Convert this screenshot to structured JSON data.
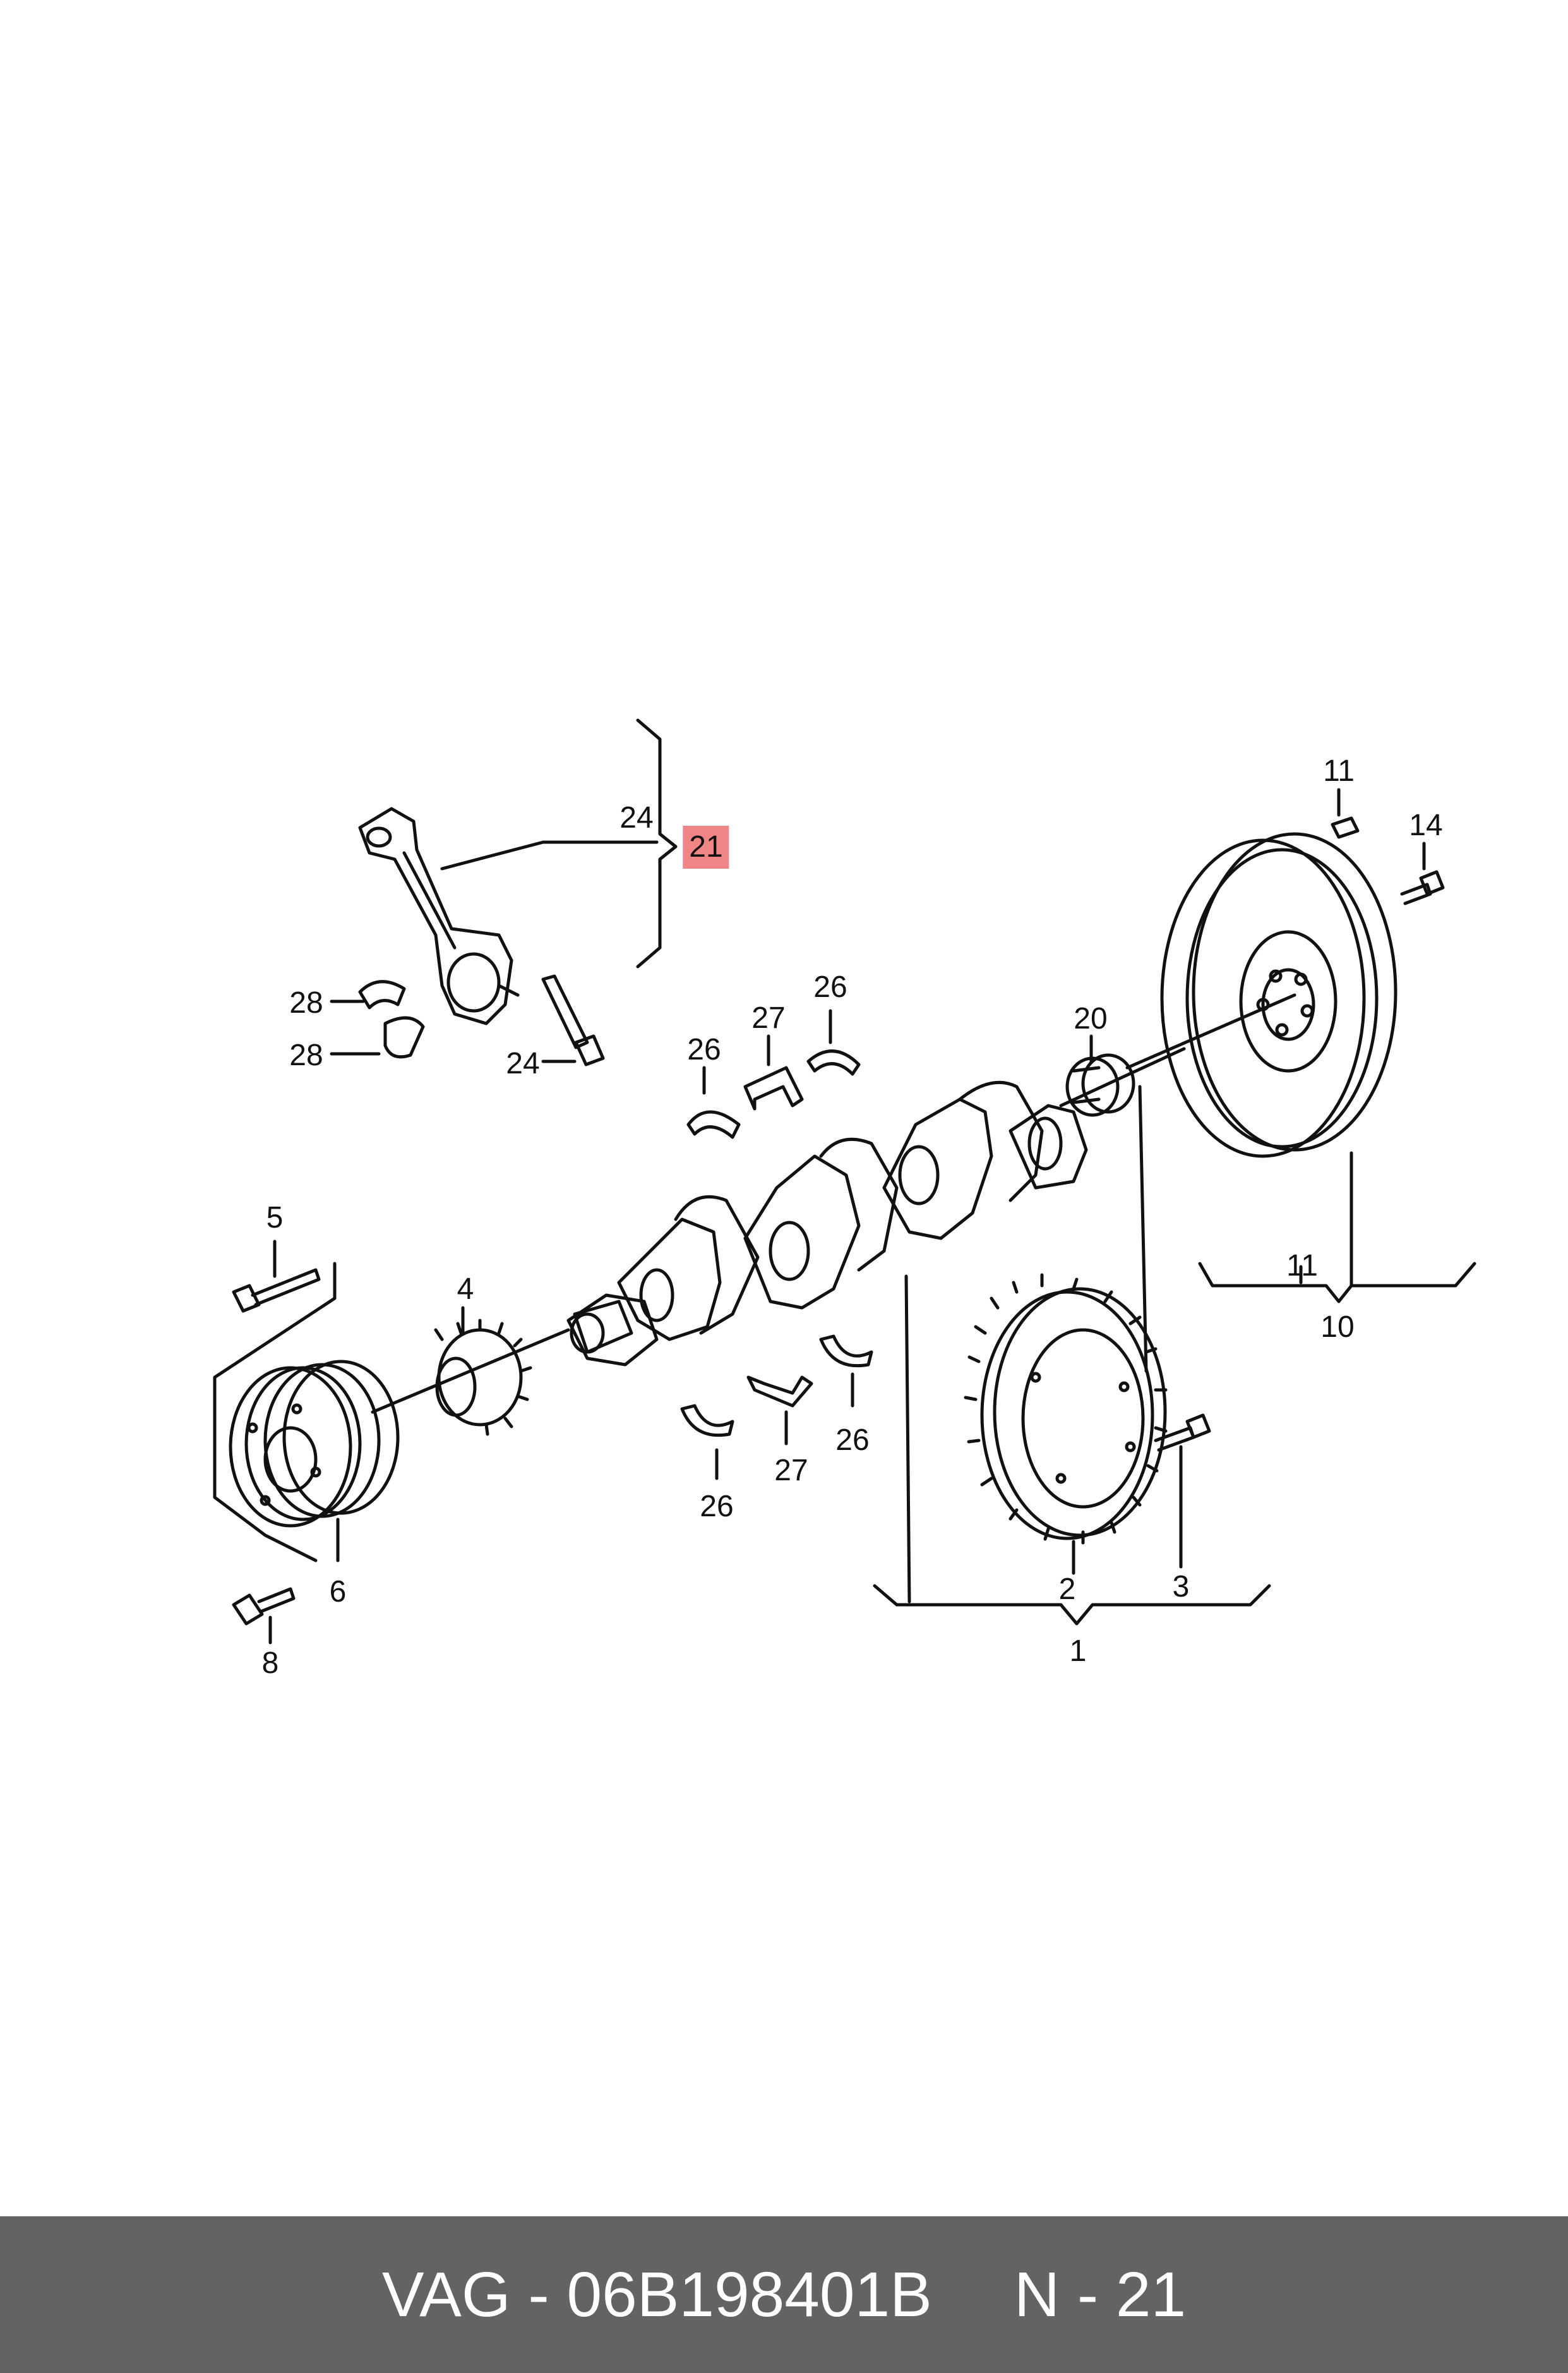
{
  "callouts": {
    "c21": "21",
    "c24_top": "24",
    "c24_bolt": "24",
    "c28_a": "28",
    "c28_b": "28",
    "c27_top": "27",
    "c26_top_r": "26",
    "c26_top_l": "26",
    "c20": "20",
    "c11_top": "11",
    "c14": "14",
    "c11_bottom": "11",
    "c10": "10",
    "c5": "5",
    "c4": "4",
    "c6": "6",
    "c8": "8",
    "c26_bot_l": "26",
    "c27_bot": "27",
    "c26_bot_r": "26",
    "c2": "2",
    "c3": "3",
    "c1": "1"
  },
  "highlight_color": "#f08585",
  "footer": {
    "brand_part": "VAG - 06B198401B",
    "position": "N - 21",
    "background": "#636363"
  }
}
